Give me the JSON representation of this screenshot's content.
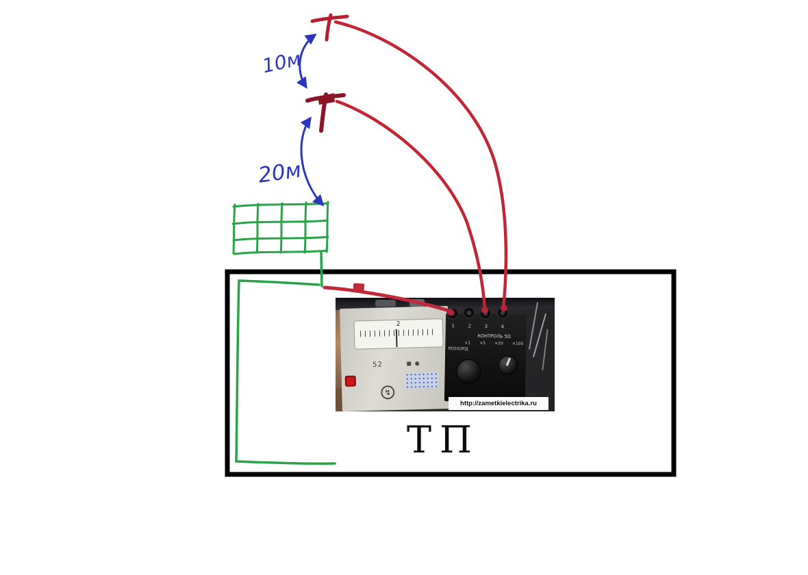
{
  "labels": {
    "distance_top": "10м",
    "distance_bottom": "20м",
    "substation": "ТП",
    "watermark": "http://zametkielectrika.ru"
  },
  "device": {
    "terminal_numbers": [
      "1",
      "2",
      "3",
      "4"
    ],
    "control_label": "КОНТРОЛЬ 5Ω",
    "range_labels": [
      "×1",
      "×5",
      "×20",
      "×100"
    ],
    "rheochord_label": "РЕОХОРД",
    "scale_value": "2",
    "scale_marking": "52"
  },
  "icons": {
    "lightning": "↯"
  },
  "colors": {
    "wire_red": "#c22535",
    "electrode_dark_red": "#8d1626",
    "arrow_blue": "#2b35c0",
    "ground_green": "#27a348",
    "outline_black": "#000000"
  }
}
